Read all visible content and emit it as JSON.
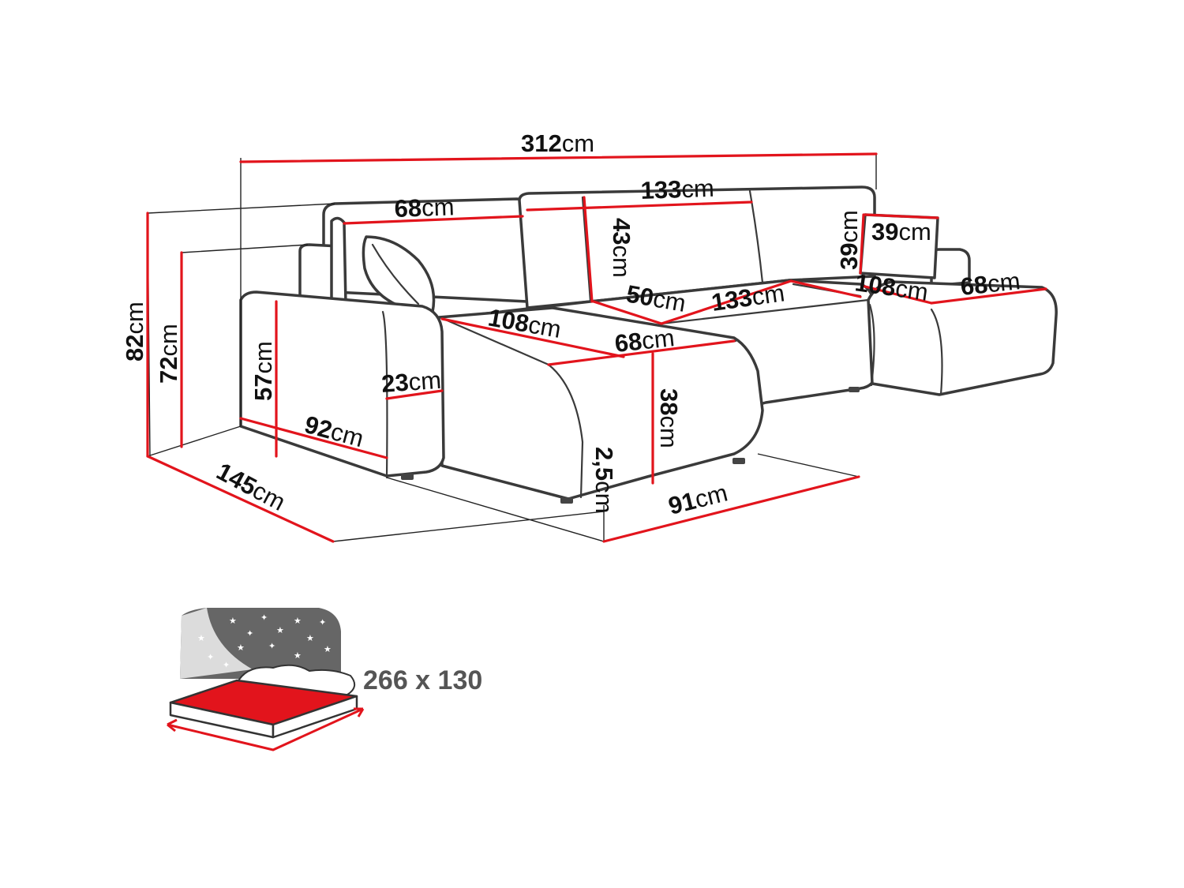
{
  "colors": {
    "dimension_line": "#e2141c",
    "outline": "#3a3a3a",
    "bed_panel": "#666666",
    "bed_surface": "#e2141c"
  },
  "dimensions": {
    "total_width": {
      "num": "312",
      "unit": "cm"
    },
    "back_left": {
      "num": "68",
      "unit": "cm"
    },
    "back_middle": {
      "num": "133",
      "unit": "cm"
    },
    "back_height": {
      "num": "43",
      "unit": "cm"
    },
    "pillow_height": {
      "num": "39",
      "unit": "cm"
    },
    "pillow_width": {
      "num": "39",
      "unit": "cm"
    },
    "height_total": {
      "num": "82",
      "unit": "cm"
    },
    "height_arm": {
      "num": "72",
      "unit": "cm"
    },
    "arm_height": {
      "num": "57",
      "unit": "cm"
    },
    "arm_width": {
      "num": "23",
      "unit": "cm"
    },
    "arm_depth": {
      "num": "92",
      "unit": "cm"
    },
    "seat_depth": {
      "num": "50",
      "unit": "cm"
    },
    "seat_middle": {
      "num": "133",
      "unit": "cm"
    },
    "chaise_left_length": {
      "num": "108",
      "unit": "cm"
    },
    "chaise_left_width": {
      "num": "68",
      "unit": "cm"
    },
    "chaise_right_length": {
      "num": "108",
      "unit": "cm"
    },
    "chaise_right_width": {
      "num": "68",
      "unit": "cm"
    },
    "seat_height": {
      "num": "38",
      "unit": "cm"
    },
    "leg_height": {
      "num": "2,5",
      "unit": "cm"
    },
    "depth_total": {
      "num": "145",
      "unit": "cm"
    },
    "depth_seat": {
      "num": "91",
      "unit": "cm"
    }
  },
  "bed": {
    "label": "266 x 130",
    "icon": "bed-function-icon"
  }
}
